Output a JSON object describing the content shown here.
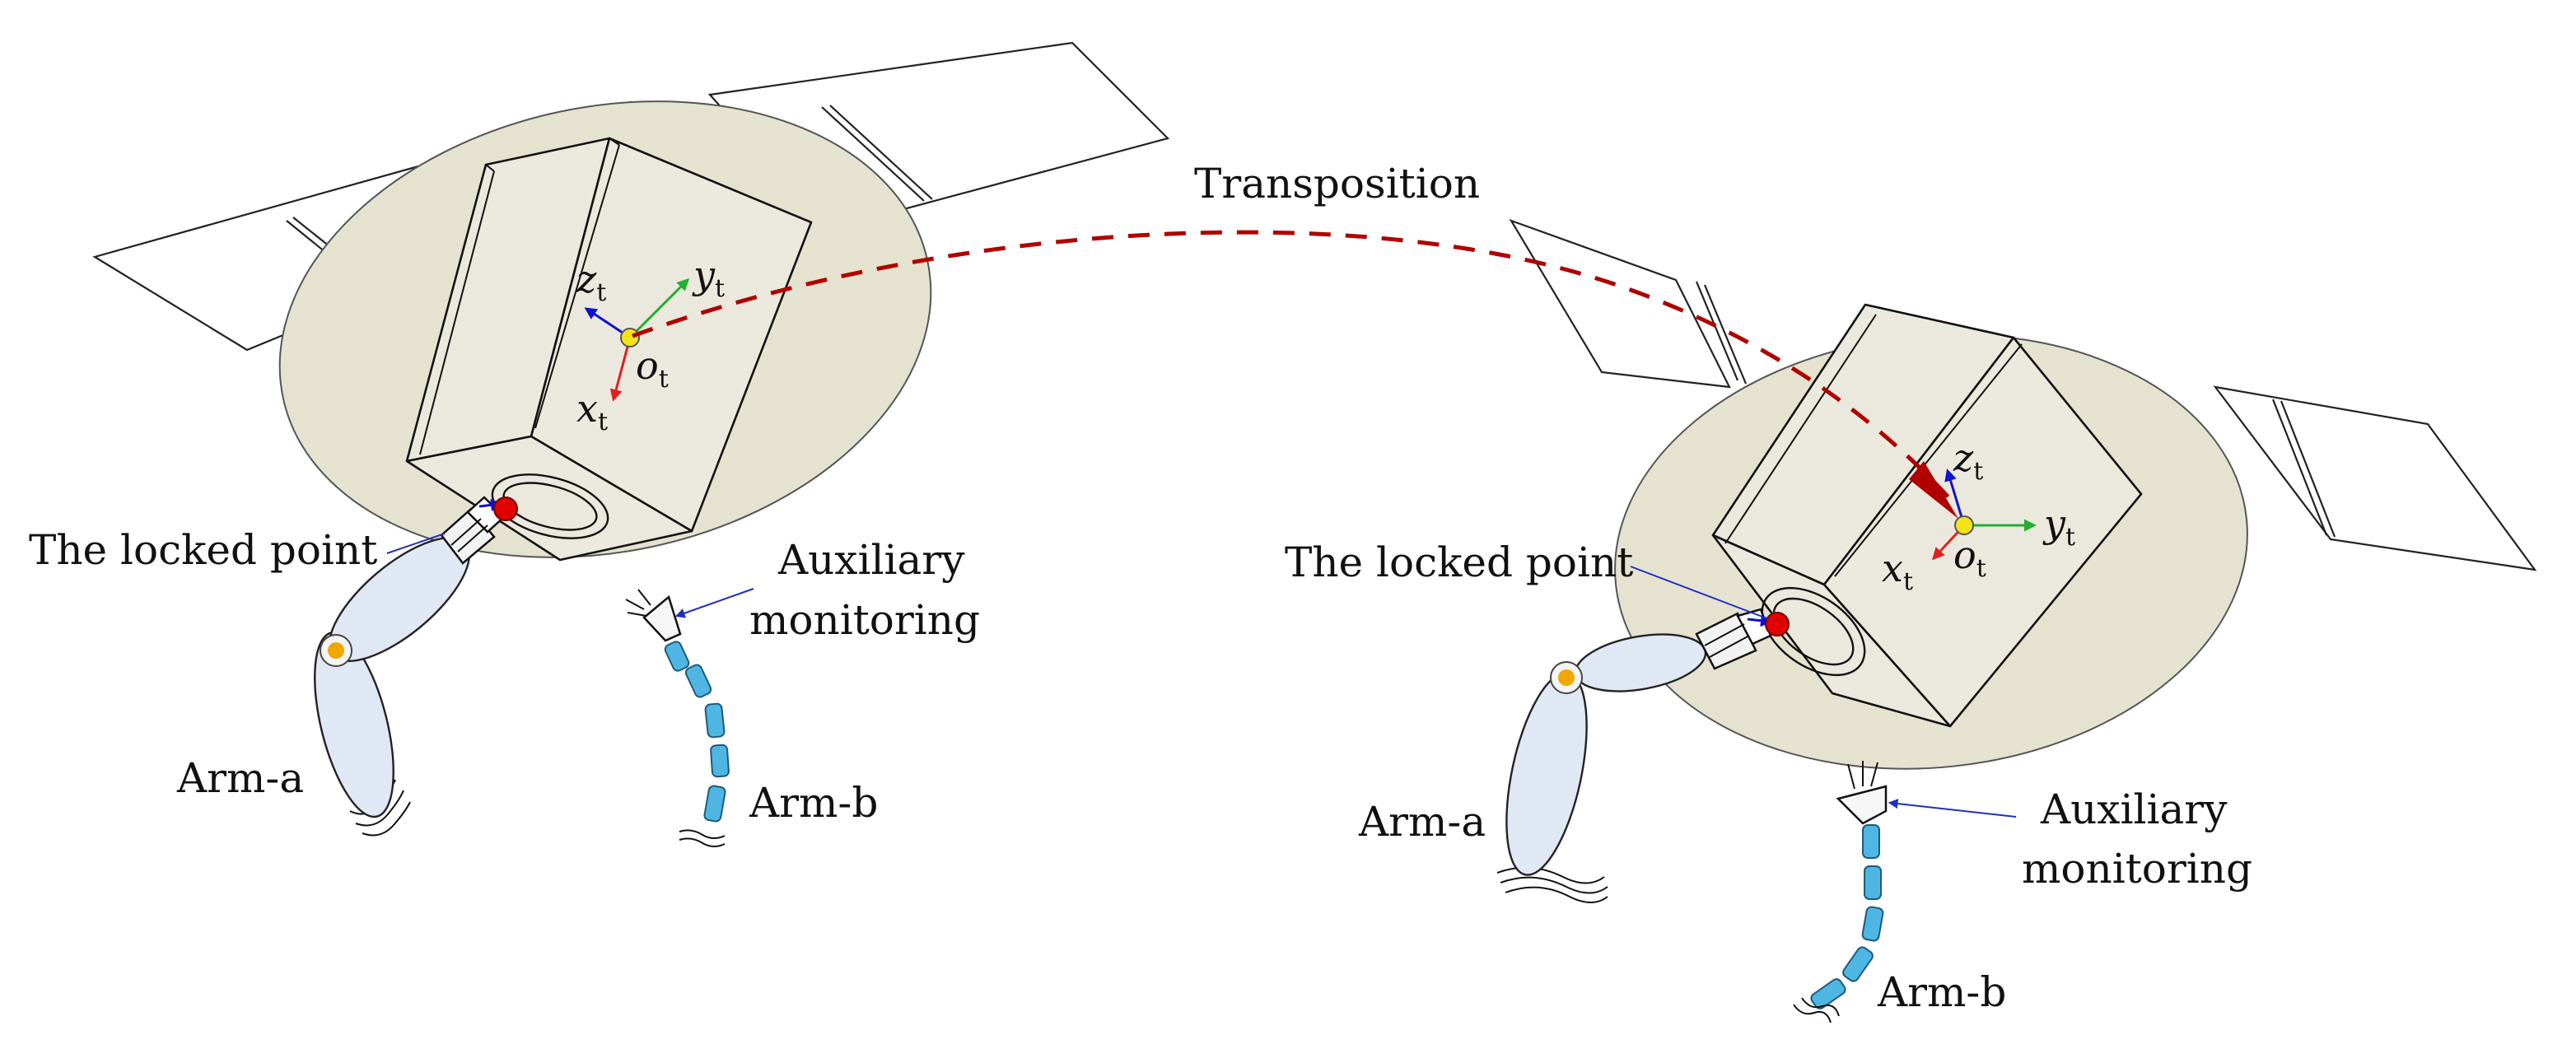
{
  "labels": {
    "transposition": "Transposition",
    "locked_point": "The locked point",
    "auxiliary_line1": "Auxiliary",
    "auxiliary_line2": "monitoring",
    "arm_a": "Arm-a",
    "arm_b": "Arm-b"
  },
  "frame": {
    "z": "z",
    "y": "y",
    "x": "x",
    "o": "o",
    "subscript": "t"
  },
  "colors": {
    "trajectory": "#b00000",
    "x_axis": "#e02020",
    "y_axis": "#22b030",
    "z_axis": "#1010d0",
    "origin": "#f4e21a",
    "locked_point": "#e00000",
    "joint": "#f0a800",
    "arm_b_segment": "#4fb6e3",
    "leader": "#1f2fbf"
  }
}
